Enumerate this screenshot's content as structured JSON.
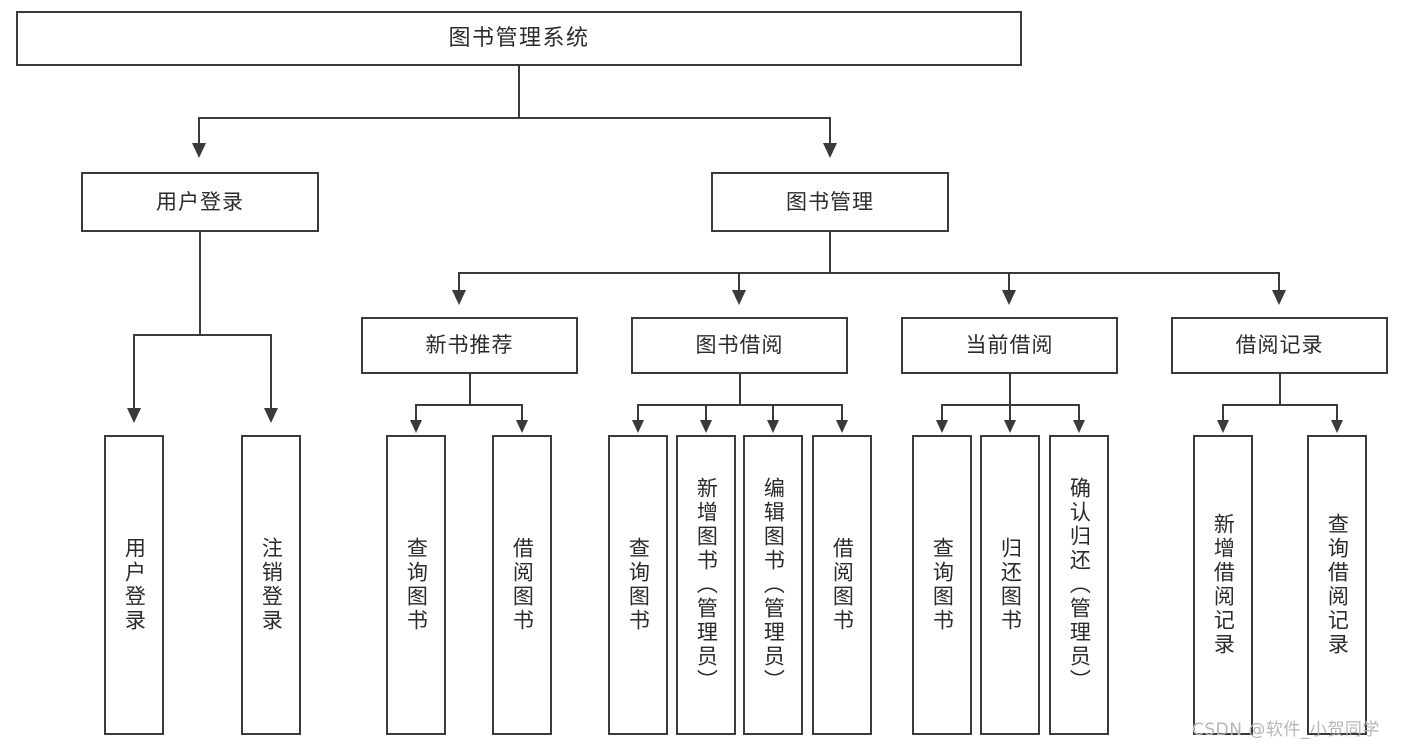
{
  "diagram": {
    "type": "tree-hierarchy",
    "title": "图书管理系统",
    "root": {
      "label": "图书管理系统"
    },
    "level2": [
      {
        "id": "user-login",
        "label": "用户登录"
      },
      {
        "id": "book-manage",
        "label": "图书管理"
      }
    ],
    "level3": [
      {
        "id": "new-book-recommend",
        "label": "新书推荐"
      },
      {
        "id": "book-borrow",
        "label": "图书借阅"
      },
      {
        "id": "current-borrow",
        "label": "当前借阅"
      },
      {
        "id": "borrow-record",
        "label": "借阅记录"
      }
    ],
    "leaves": {
      "user_login": [
        {
          "id": "leaf-user-login",
          "label": "用户登录"
        },
        {
          "id": "leaf-logout-login",
          "label": "注销登录"
        }
      ],
      "new_book_recommend": [
        {
          "id": "leaf-query-book-1",
          "label": "查询图书"
        },
        {
          "id": "leaf-borrow-book-1",
          "label": "借阅图书"
        }
      ],
      "book_borrow": [
        {
          "id": "leaf-query-book-2",
          "label": "查询图书"
        },
        {
          "id": "leaf-add-book",
          "label": "新增图书（管理员）"
        },
        {
          "id": "leaf-edit-book",
          "label": "编辑图书（管理员）"
        },
        {
          "id": "leaf-borrow-book-2",
          "label": "借阅图书"
        }
      ],
      "current_borrow": [
        {
          "id": "leaf-query-book-3",
          "label": "查询图书"
        },
        {
          "id": "leaf-return-book",
          "label": "归还图书"
        },
        {
          "id": "leaf-confirm-return",
          "label": "确认归还（管理员）"
        }
      ],
      "borrow_record": [
        {
          "id": "leaf-add-record",
          "label": "新增借阅记录"
        },
        {
          "id": "leaf-query-record",
          "label": "查询借阅记录"
        }
      ]
    }
  },
  "watermark": {
    "text": "CSDN @软件_小贺同学"
  },
  "colors": {
    "stroke": "#3a3a3a",
    "text": "#2b2b2b",
    "background": "#ffffff",
    "watermark": "#b6b6b6"
  }
}
